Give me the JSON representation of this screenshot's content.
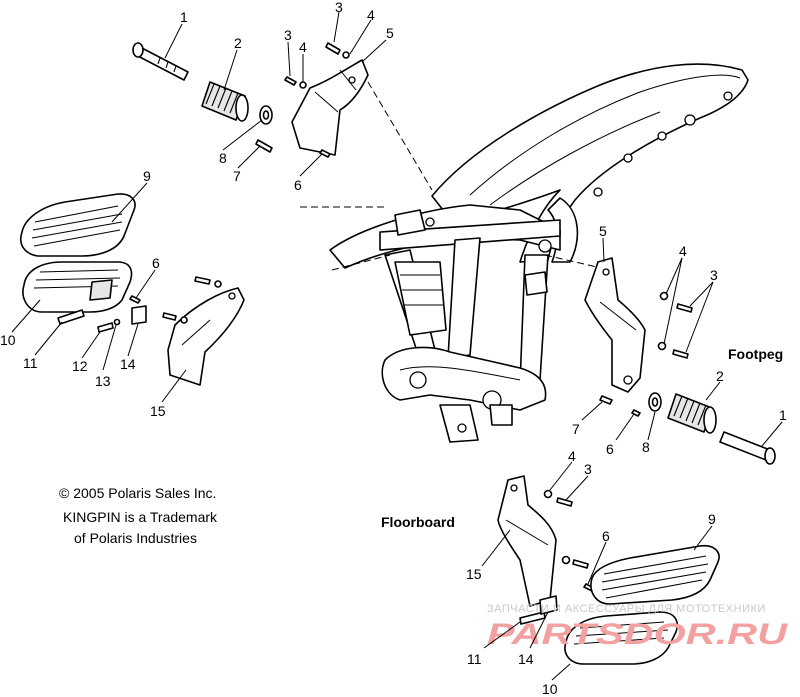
{
  "callouts": {
    "c1": "1",
    "c2": "2",
    "c3": "3",
    "c4": "4",
    "c5": "5",
    "c6": "6",
    "c7": "7",
    "c8": "8",
    "c9": "9",
    "c10": "10",
    "c11": "11",
    "c12": "12",
    "c13": "13",
    "c14": "14",
    "c15": "15"
  },
  "sections": {
    "footpeg": "Footpeg",
    "floorboard": "Floorboard"
  },
  "copyright": {
    "line1": "© 2005 Polaris Sales Inc.",
    "line2": "KINGPIN is a Trademark",
    "line3": "of Polaris Industries"
  },
  "watermark": {
    "tagline": "ЗАПЧАСТИ И АКСЕССУАРЫ ДЛЯ МОТОТЕХНИКИ",
    "logo": "PARTSDOR.RU"
  },
  "colors": {
    "line": "#000000",
    "watermark_logo": "#f2a0a0",
    "watermark_text": "#c9c9c9"
  }
}
